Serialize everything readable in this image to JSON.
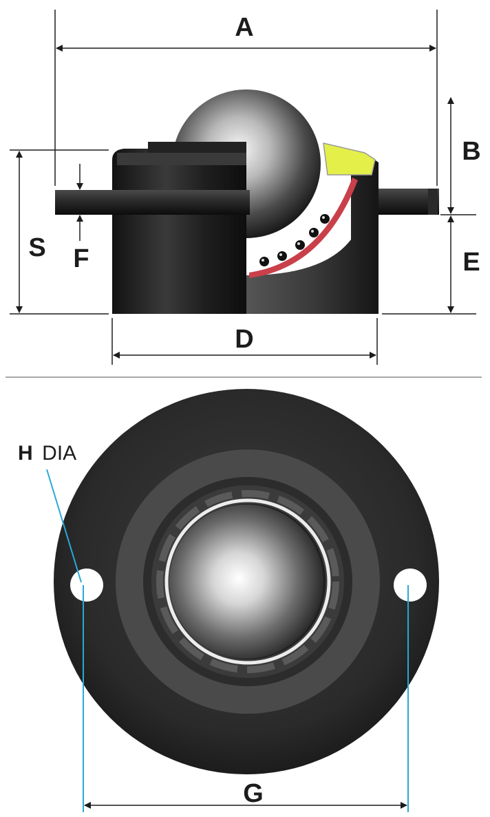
{
  "side_view": {
    "labels": {
      "A": "A",
      "B": "B",
      "S": "S",
      "F": "F",
      "E": "E",
      "D": "D"
    }
  },
  "top_view": {
    "labels": {
      "H": "H",
      "H_suffix": "DIA",
      "G": "G"
    }
  },
  "colors": {
    "dimension_line": "#1c1c1c",
    "leader_line": "#2aa8d8",
    "body_dark": "#1a1a1a",
    "ball_highlight": "#f5f5f5",
    "seal_yellow": "#e4ef4a",
    "seal_red": "#c9404a",
    "divider": "#a8a8a8"
  }
}
